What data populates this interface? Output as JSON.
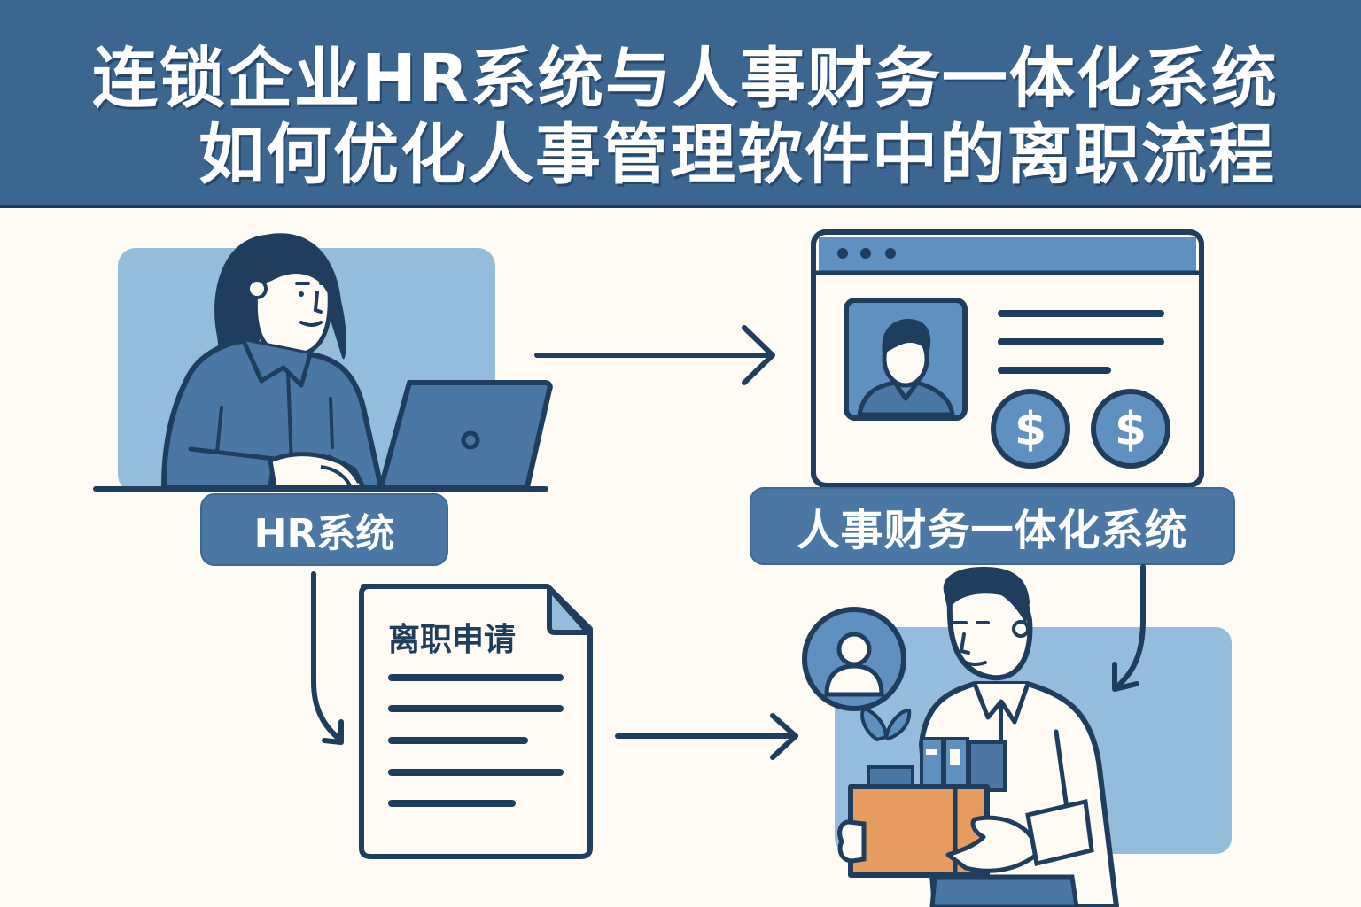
{
  "header": {
    "title_line1": "连锁企业HR系统与人事财务一体化系统",
    "title_line2": "如何优化人事管理软件中的离职流程",
    "background_color": "#3b6690"
  },
  "nodes": {
    "hr_system": {
      "label": "HR系统",
      "illustration": "woman-at-laptop"
    },
    "integrated_system": {
      "label": "人事财务一体化系统",
      "illustration": "browser-window-profile-with-dollar-coins",
      "coin_symbol": "$"
    },
    "resignation_form": {
      "label": "离职申请",
      "illustration": "document-with-lines"
    },
    "departing_employee": {
      "illustration": "man-carrying-box",
      "badge_icon": "user-profile-icon"
    }
  },
  "arrows": [
    {
      "from": "hr_system",
      "to": "integrated_system",
      "direction": "right"
    },
    {
      "from": "hr_system",
      "to": "resignation_form",
      "direction": "down"
    },
    {
      "from": "resignation_form",
      "to": "departing_employee",
      "direction": "right"
    },
    {
      "from": "integrated_system",
      "to": "departing_employee",
      "direction": "down"
    }
  ],
  "colors": {
    "dark_navy": "#1f3d5c",
    "mid_blue": "#4a77a3",
    "light_blue": "#94bcdc",
    "cream": "#fdfbf3",
    "box_orange": "#e59c5e"
  }
}
